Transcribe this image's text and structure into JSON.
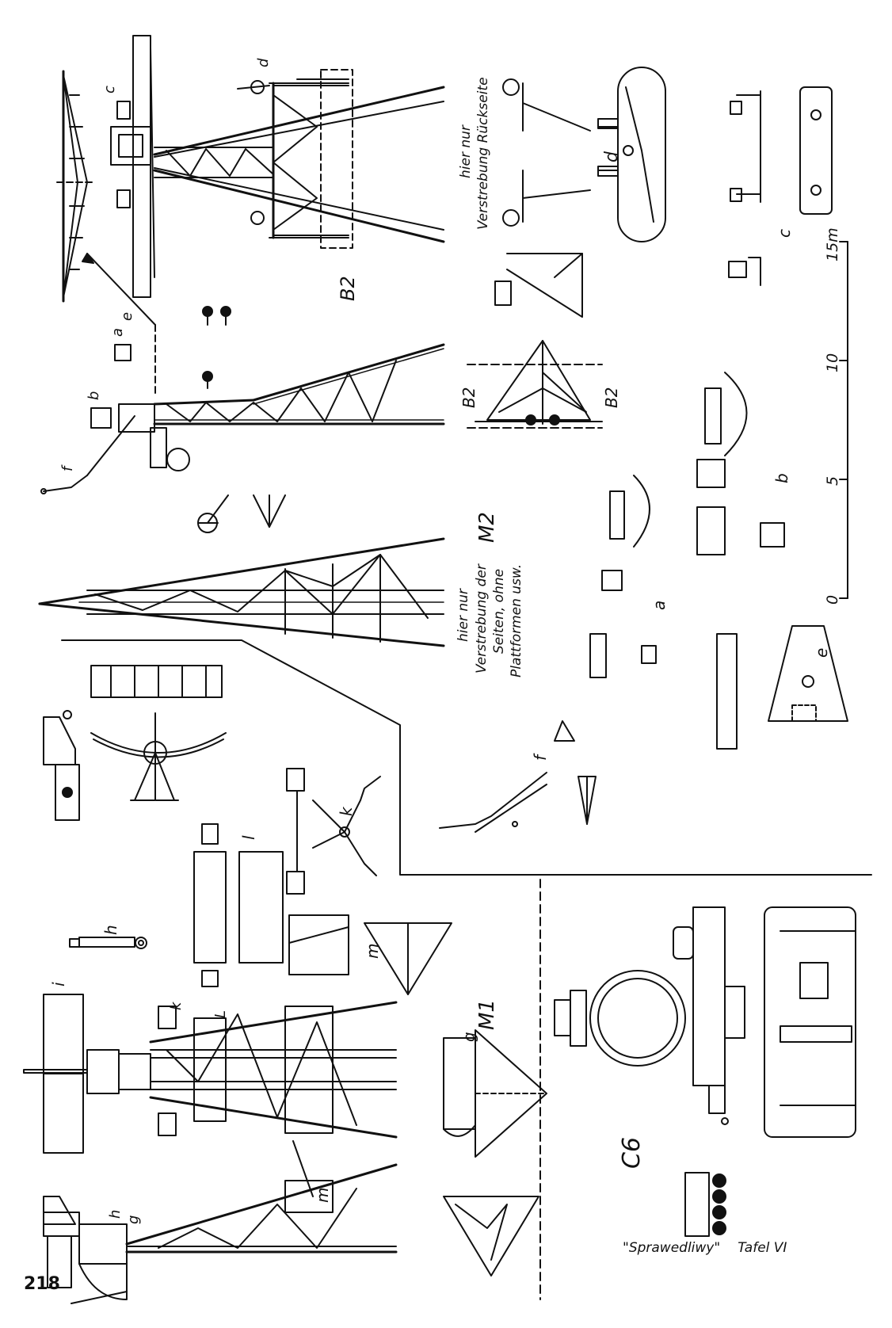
{
  "page_number": "218",
  "caption": {
    "ship": "\"Sprawedliwy\"",
    "plate": "Tafel VI"
  },
  "labels": {
    "m2": "M2",
    "m1": "M1",
    "c6": "C6",
    "b2_upper": "B2",
    "b2_left": "B2",
    "b2_right": "B2",
    "note_rear": [
      "hier nur",
      "Verstrebung Rückseite"
    ],
    "note_sides": [
      "hier nur",
      "Verstrebung der",
      "Seiten, ohne",
      "Plattformen usw."
    ],
    "details": {
      "a": "a",
      "a2": "a",
      "b": "b",
      "b2": "b",
      "c": "c",
      "c2": "c",
      "d": "d",
      "d2": "d",
      "e": "e",
      "e2": "e",
      "f": "f",
      "f2": "f",
      "g": "g",
      "g2": "g",
      "h": "h",
      "h2": "h",
      "i": "i",
      "k": "k",
      "k2": "k",
      "l": "l",
      "l2": "L",
      "m": "m",
      "m2": "m"
    }
  },
  "scale": {
    "ticks": [
      "0",
      "5",
      "10",
      "15m"
    ]
  }
}
